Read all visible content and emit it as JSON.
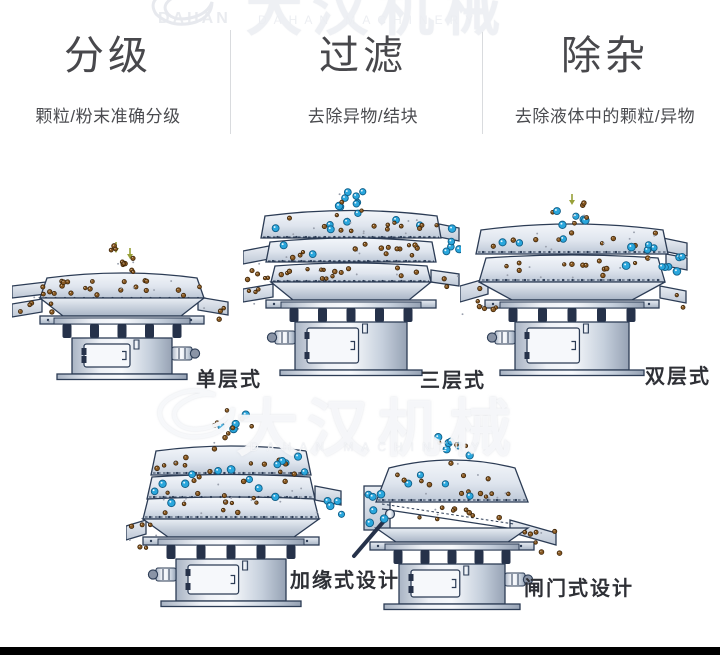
{
  "brand": {
    "logo": "dahan-swirl-logo",
    "name_short": "DAHAN",
    "name_cn": "大汉机械",
    "name_en": "DAHAN MACHINERY"
  },
  "header": {
    "columns": [
      {
        "title": "分级",
        "subtitle": "颗粒/粉末准确分级"
      },
      {
        "title": "过滤",
        "subtitle": "去除异物/结块"
      },
      {
        "title": "除杂",
        "subtitle": "去除液体中的颗粒/异物"
      }
    ]
  },
  "machines": [
    {
      "id": "single-layer",
      "label": "单层式"
    },
    {
      "id": "three-layer",
      "label": "三层式"
    },
    {
      "id": "double-layer",
      "label": "双层式"
    },
    {
      "id": "edge-rim",
      "label": "加缘式设计"
    },
    {
      "id": "gate-type",
      "label": "闸门式设计"
    }
  ],
  "watermarks": {
    "top": {
      "cn": "大汉机械",
      "short": "DAHAN",
      "en": "DAHAN MACHINERY"
    },
    "middle": {
      "cn": "大汉机械",
      "en": "DAHAN MACHINERY"
    }
  },
  "colors": {
    "particle_blue": "#2aa7dd",
    "particle_blue_ring": "#0f5e88",
    "particle_brown": "#8a5a22",
    "particle_brown_ring": "#3c2409",
    "particle_gray": "#9aa0ad",
    "outline": "#2c3c55",
    "spring_dark": "#26324a",
    "arrow_olive": "#98a038",
    "title_text": "#48484c",
    "label_text": "#2e3036",
    "divider": "#d9dbde",
    "watermark": "#eceef2",
    "bottom_bar": "#000000"
  }
}
